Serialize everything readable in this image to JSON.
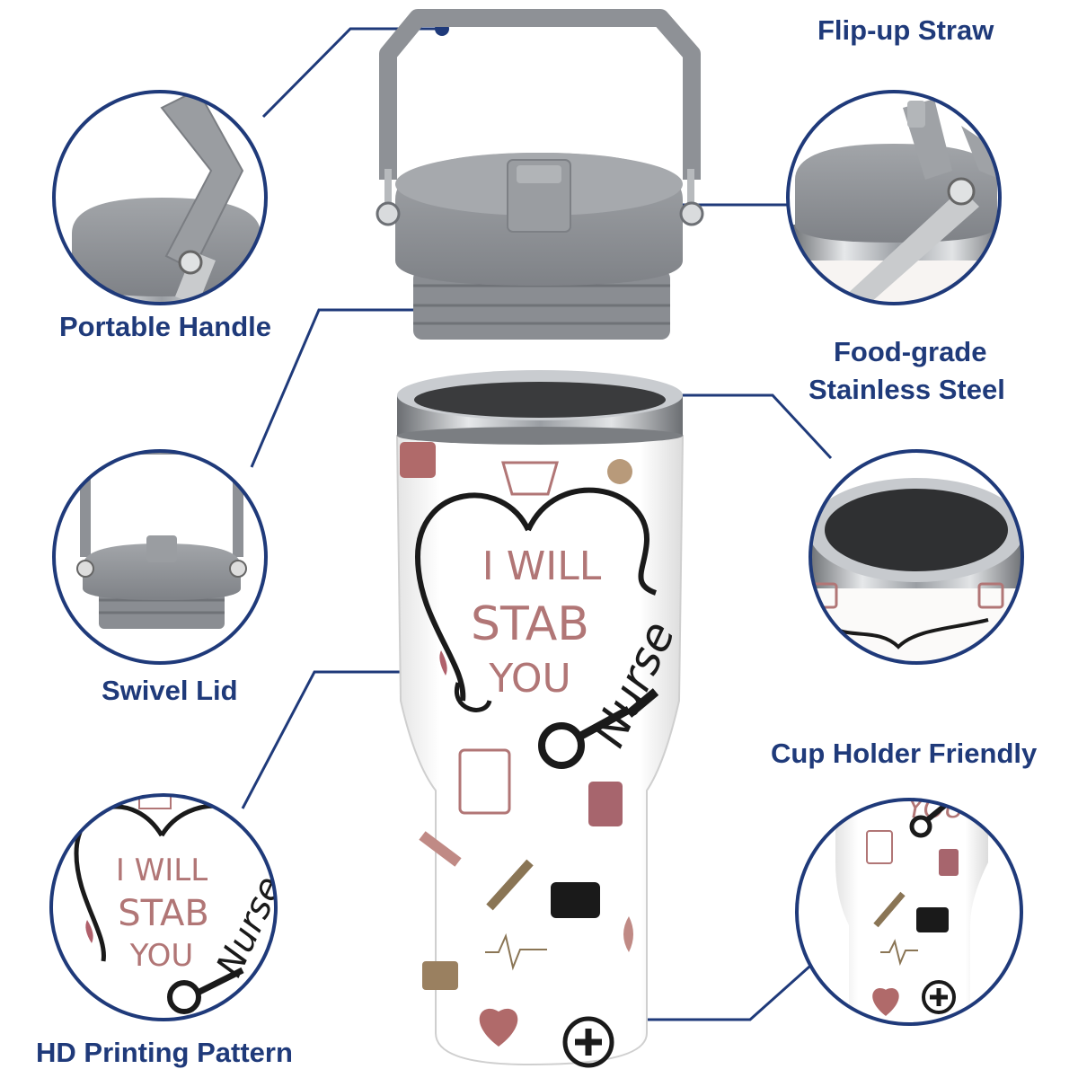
{
  "features": {
    "portable_handle": "Portable Handle",
    "flip_up_straw": "Flip-up Straw",
    "food_grade_line1": "Food-grade",
    "food_grade_line2": "Stainless Steel",
    "swivel_lid": "Swivel Lid",
    "cup_holder": "Cup Holder Friendly",
    "hd_printing": "HD Printing Pattern"
  },
  "print": {
    "line1": "I WILL",
    "line2": "STAB",
    "line3": "YOU",
    "script": "Nurse",
    "you_fragment": "YOU"
  },
  "colors": {
    "accent": "#1f3a7a",
    "lid_gray": "#8e9196",
    "print_rose": "#a86a6a",
    "print_black": "#1a1a1a"
  }
}
